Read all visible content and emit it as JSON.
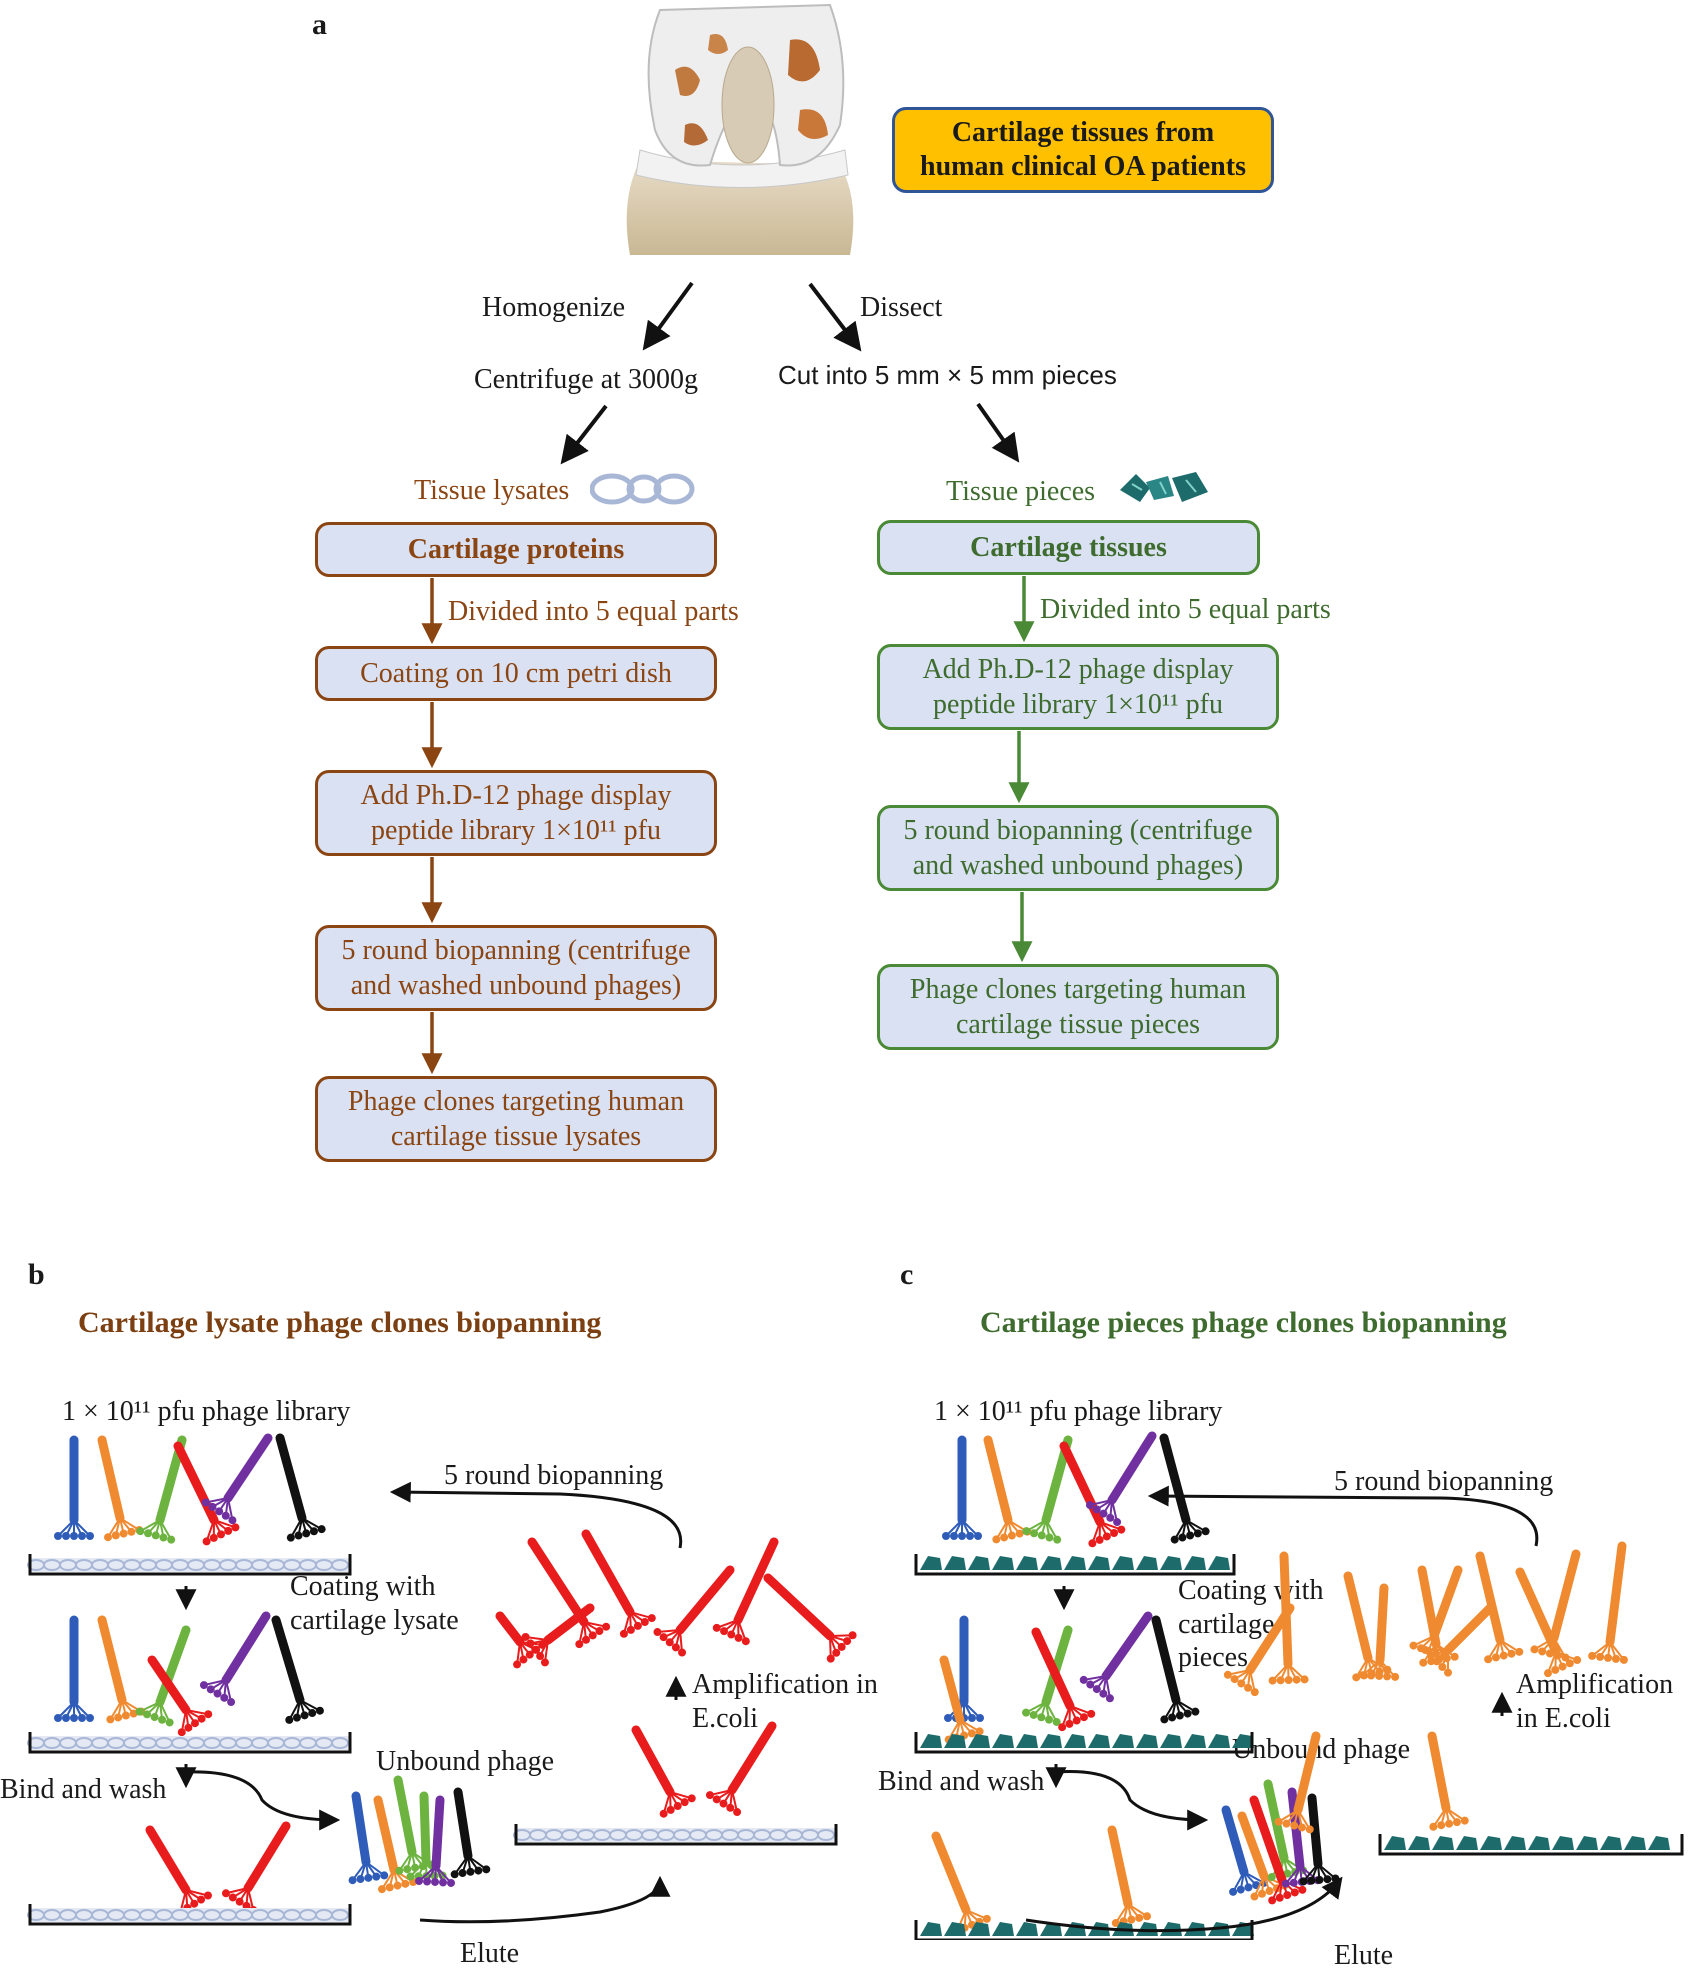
{
  "panel_a": {
    "letter": "a",
    "source_label": "Cartilage tissues from human clinical OA patients",
    "homogenize": "Homogenize",
    "dissect": "Dissect",
    "centrifuge": "Centrifuge at 3000g",
    "cut": "Cut into 5 mm × 5 mm pieces",
    "left": {
      "header": "Tissue lysates",
      "steps": [
        "Cartilage proteins",
        "Coating on 10 cm petri dish",
        "Add Ph.D-12 phage display peptide library 1×10¹¹ pfu",
        "5 round biopanning (centrifuge and washed unbound phages)",
        "Phage clones targeting human cartilage tissue lysates"
      ],
      "divide_label": "Divided into 5 equal parts"
    },
    "right": {
      "header": "Tissue pieces",
      "steps": [
        "Cartilage tissues",
        "Add Ph.D-12 phage display peptide library 1×10¹¹ pfu",
        "5 round biopanning (centrifuge and washed unbound phages)",
        "Phage clones targeting human cartilage tissue pieces"
      ],
      "divide_label": "Divided into 5 equal parts"
    }
  },
  "panel_b": {
    "letter": "b",
    "title": "Cartilage lysate phage clones biopanning",
    "library": "1 × 10¹¹ pfu phage library",
    "rounds": "5 round biopanning",
    "coating": "Coating with cartilage lysate",
    "amplification": "Amplification in E.coli",
    "bind_wash": "Bind and wash",
    "unbound": "Unbound phage",
    "elute": "Elute"
  },
  "panel_c": {
    "letter": "c",
    "title": "Cartilage pieces phage clones biopanning",
    "library": "1 × 10¹¹ pfu phage library",
    "rounds": "5 round biopanning",
    "coating": "Coating with cartilage pieces",
    "amplification": "Amplification in E.coli",
    "bind_wash": "Bind and wash",
    "unbound": "Unbound phage",
    "elute": "Elute"
  },
  "colors": {
    "brown": "#8b4513",
    "green": "#4a8a36",
    "box_fill": "#d9e1f2",
    "yellow": "#ffc000",
    "phage_blue": "#2e5cb8",
    "phage_orange": "#f08a30",
    "phage_green": "#6cb33f",
    "phage_red": "#e81c1c",
    "phage_purple": "#7030a0",
    "phage_black": "#111111",
    "tissue_teal": "#1e6b6b"
  }
}
